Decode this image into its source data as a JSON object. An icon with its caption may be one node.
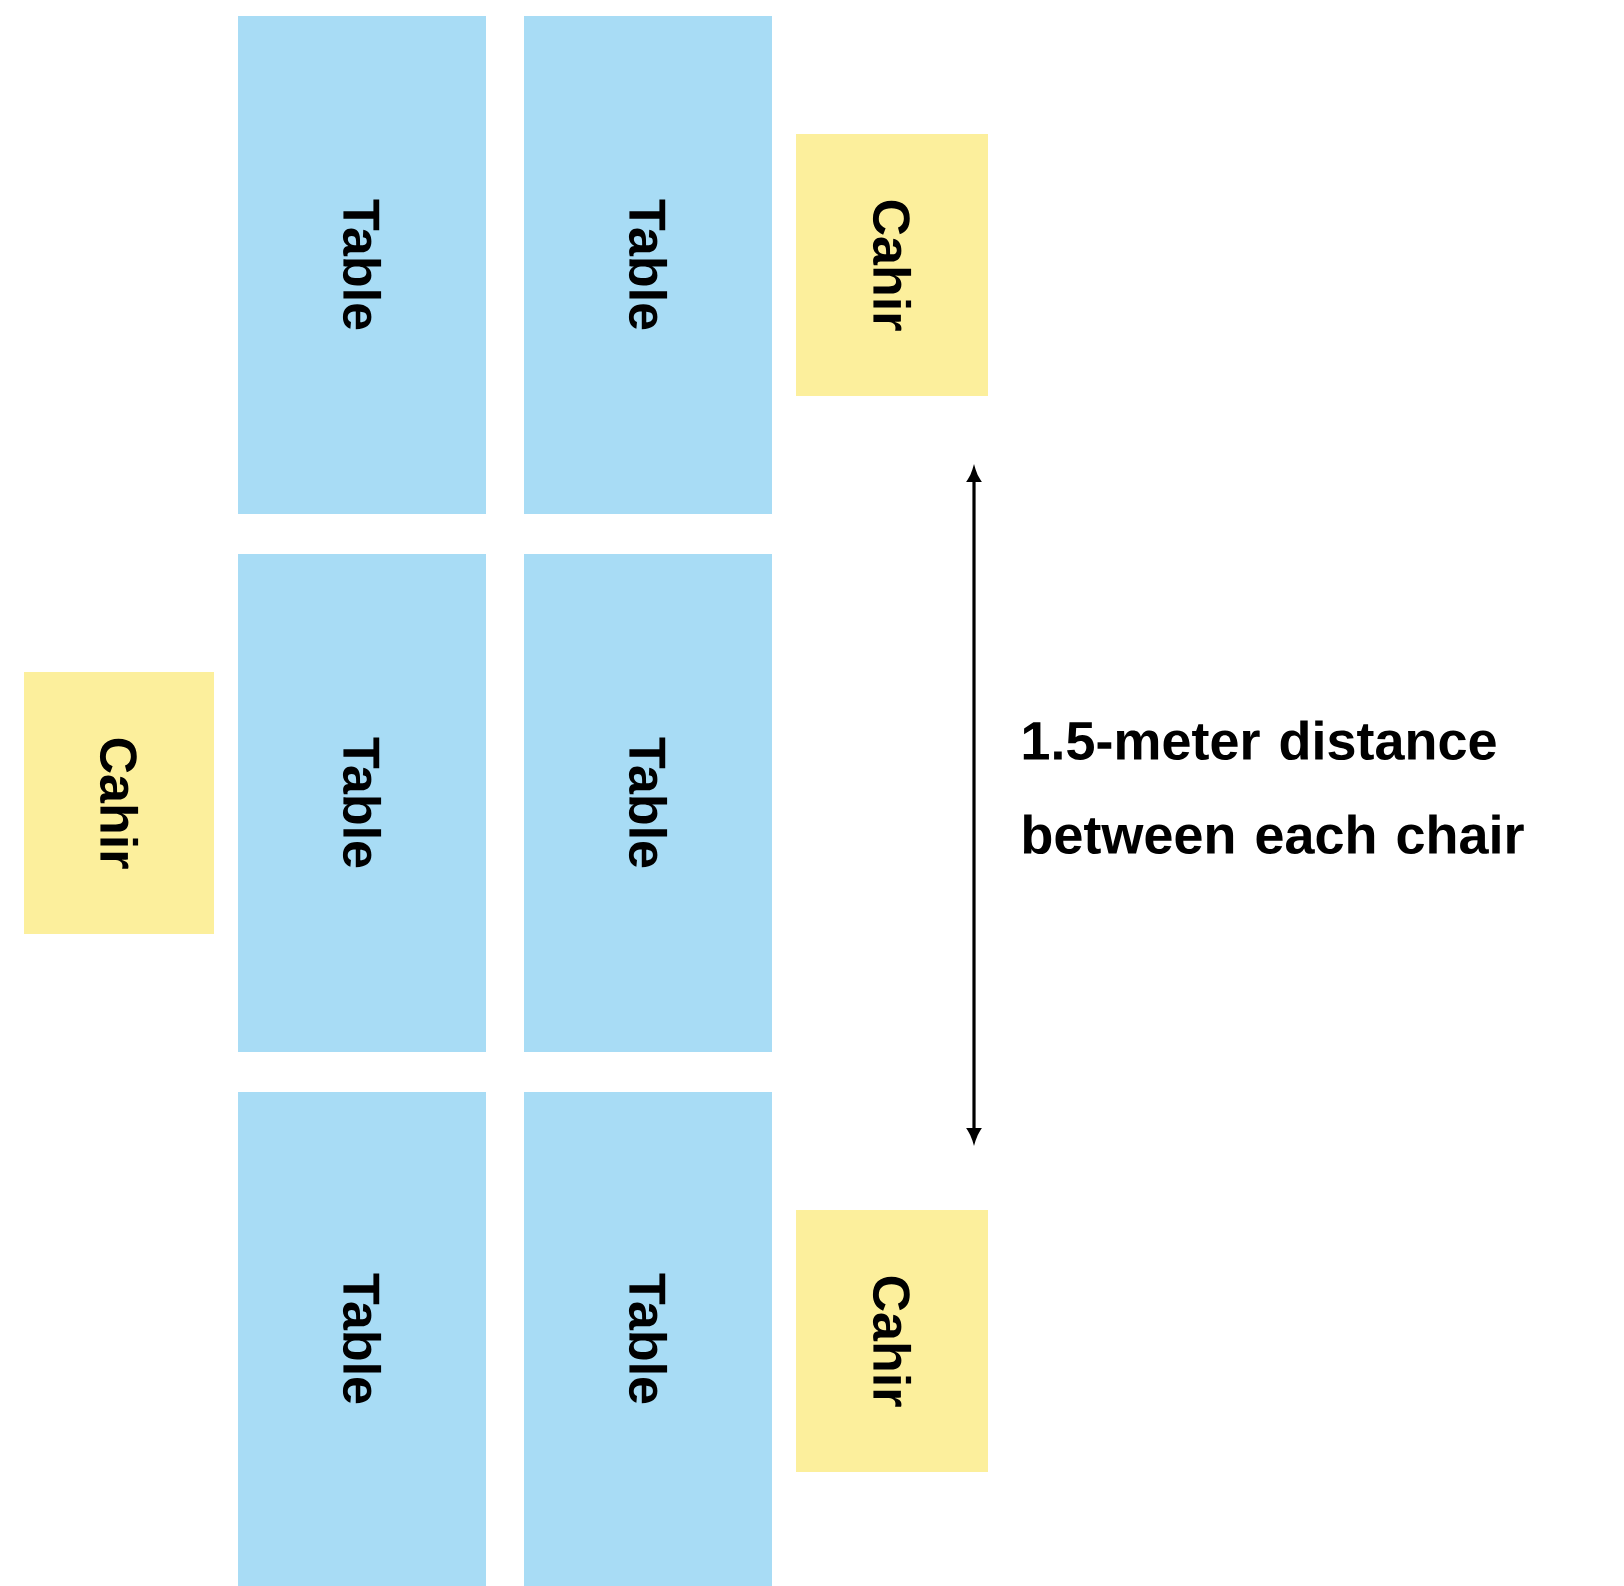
{
  "diagram": {
    "nodes": [
      {
        "text": [
          "Table"
        ]
      },
      {
        "text": [
          "Table"
        ]
      },
      {
        "text": [
          "Cahir"
        ]
      },
      {
        "text": [
          "Cahir"
        ]
      },
      {
        "text": [
          "Table"
        ]
      },
      {
        "text": [
          "Table"
        ]
      },
      {
        "text": [
          "Table"
        ]
      },
      {
        "text": [
          "Table"
        ]
      },
      {
        "text": [
          "Cahir"
        ]
      }
    ],
    "edges": [],
    "labels": [
      "1.5-meter distance between each chair"
    ]
  }
}
